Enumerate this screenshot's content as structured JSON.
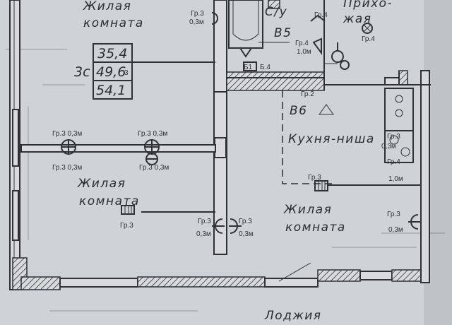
{
  "rooms": {
    "living_top": [
      "Жилая",
      "комната"
    ],
    "living_mid": [
      "Жилая",
      "комната"
    ],
    "living_right": [
      "Жилая",
      "комната"
    ],
    "bathroom": "С/у",
    "hallway": [
      "Прихо-",
      "жая"
    ],
    "kitchen": "Кухня-ниша",
    "loggia": "Лоджия"
  },
  "area_box": {
    "rooms_count": "3с",
    "values": [
      "35,4",
      "49,6",
      "54,1"
    ],
    "sub_mark": "3"
  },
  "vents": {
    "b5": "В5",
    "b6": "В6"
  },
  "labels": {
    "gr3": "Гр.3",
    "gr3_03": "Гр.3 0,3м",
    "gr4": "Гр.4",
    "gr4_10": "Гр.4 1,0м",
    "gr2": "Гр.2",
    "h03": "0,3м",
    "h10": "1,0м",
    "b4": "Б.4",
    "b1": "Б1"
  }
}
